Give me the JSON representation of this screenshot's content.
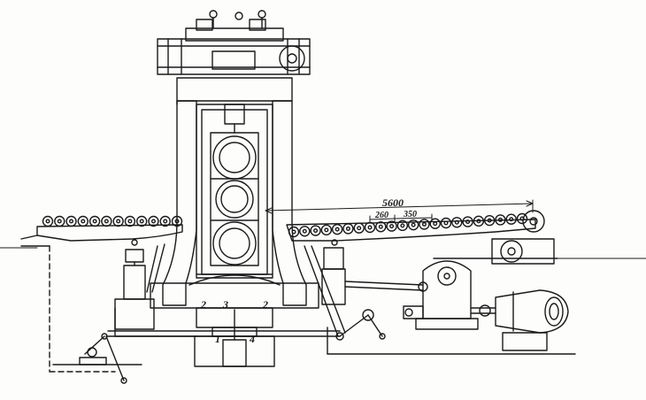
{
  "dimensions": {
    "total_length": "5600",
    "pitch_small": "260",
    "pitch_large": "350"
  },
  "callouts": [
    "1",
    "2",
    "3",
    "2",
    "4"
  ],
  "roller_table": {
    "left_rollers": 12,
    "right_rollers": 22
  }
}
